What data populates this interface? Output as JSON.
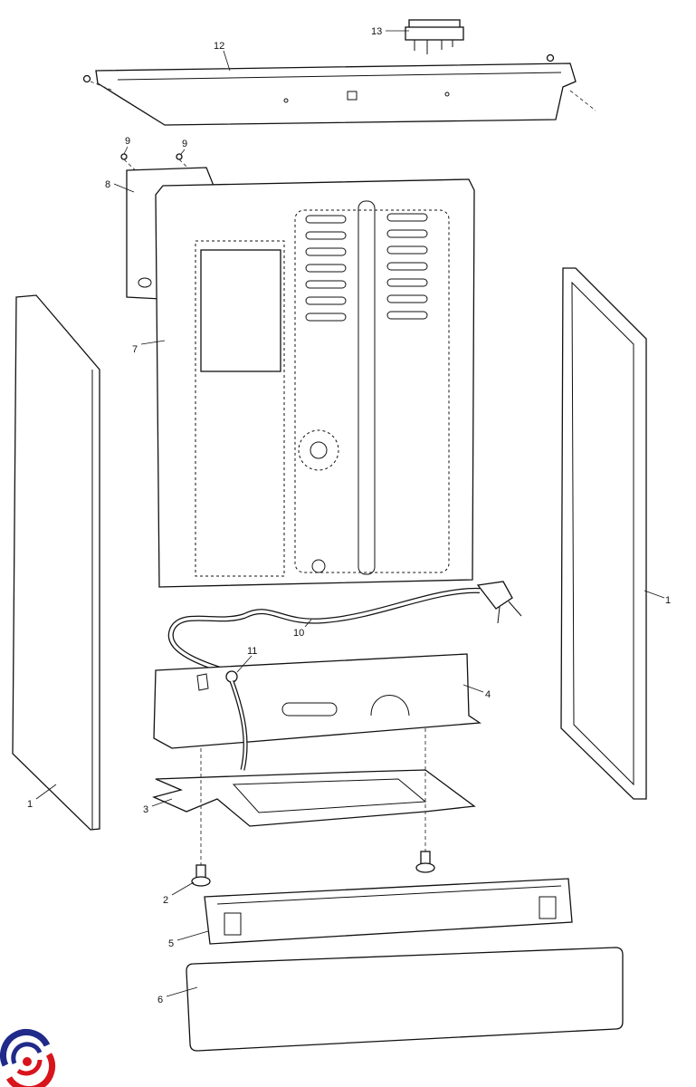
{
  "diagram": {
    "type": "exploded-parts-diagram",
    "callouts": {
      "c13": "13",
      "c12": "12",
      "c9a": "9",
      "c9b": "9",
      "c8": "8",
      "c7": "7",
      "c1_right": "1",
      "c10": "10",
      "c11": "11",
      "c4": "4",
      "c1_left": "1",
      "c3": "3",
      "c2": "2",
      "c5": "5",
      "c6": "6"
    }
  },
  "colors": {
    "line": "#111111",
    "logo_blue": "#1f2a8a",
    "logo_red": "#d8141c"
  }
}
